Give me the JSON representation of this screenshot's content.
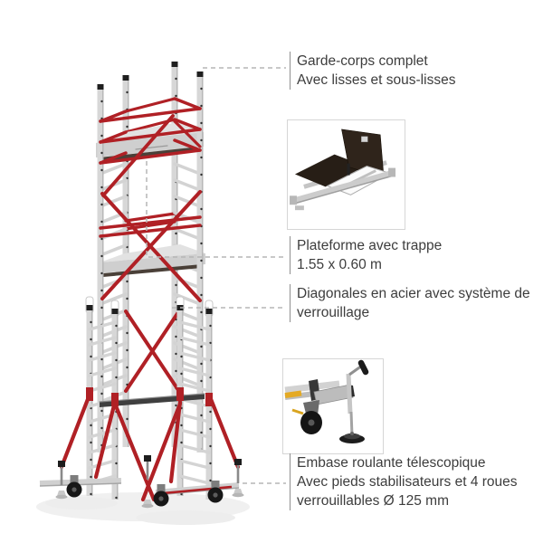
{
  "annotations": [
    {
      "id": "garde-corps",
      "lines": [
        "Garde-corps complet",
        "Avec lisses et sous-lisses"
      ]
    },
    {
      "id": "plateforme",
      "lines": [
        "Plateforme avec trappe",
        "1.55 x 0.60 m"
      ]
    },
    {
      "id": "diagonales",
      "lines": [
        "Diagonales en acier avec système de",
        "verrouillage"
      ]
    },
    {
      "id": "embase",
      "lines": [
        "Embase roulante télescopique",
        "Avec pieds stabilisateurs et 4 roues",
        "verrouillables Ø 125 mm"
      ]
    }
  ],
  "insets": [
    {
      "name": "platform-with-trapdoor-image"
    },
    {
      "name": "telescopic-rolling-base-image"
    }
  ],
  "colors": {
    "accent_red": "#b02025",
    "text": "#3d3d3d",
    "callout_line": "#b5b5b5",
    "aluminum": "#d6d6d6",
    "background": "#ffffff"
  }
}
